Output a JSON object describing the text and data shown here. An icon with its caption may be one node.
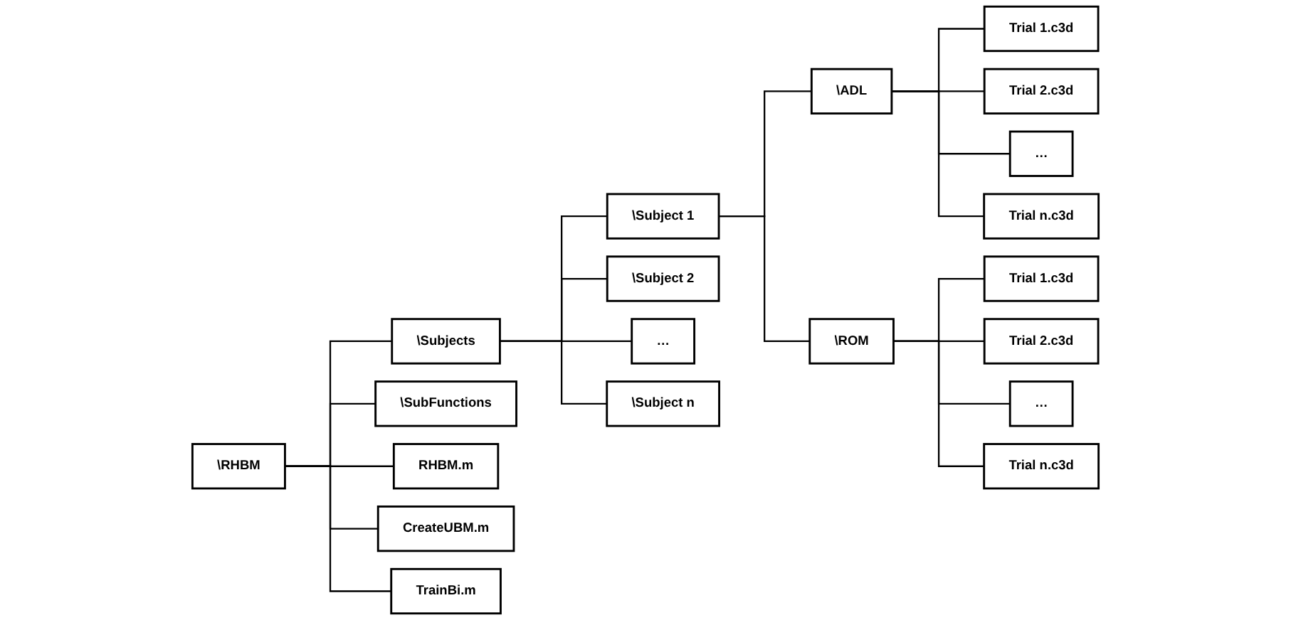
{
  "diagram": {
    "nodes": [
      {
        "text": [
          "\\RHBM"
        ]
      },
      {
        "text": [
          "\\Subjects"
        ]
      },
      {
        "text": [
          "\\SubFunctions"
        ]
      },
      {
        "text": [
          "RHBM.m"
        ]
      },
      {
        "text": [
          "CreateUBM.m"
        ]
      },
      {
        "text": [
          "TrainBi.m"
        ]
      },
      {
        "text": [
          "\\Subject 1"
        ]
      },
      {
        "text": [
          "\\Subject 2"
        ]
      },
      {
        "text": [
          "…"
        ]
      },
      {
        "text": [
          "\\Subject n"
        ]
      },
      {
        "text": [
          "\\ADL"
        ]
      },
      {
        "text": [
          "Trial 1.c3d"
        ]
      },
      {
        "text": [
          "Trial 2.c3d"
        ]
      },
      {
        "text": [
          "…"
        ]
      },
      {
        "text": [
          "Trial n.c3d"
        ]
      },
      {
        "text": [
          "\\ROM"
        ]
      },
      {
        "text": [
          "Trial 1.c3d"
        ]
      },
      {
        "text": [
          "Trial 2.c3d"
        ]
      },
      {
        "text": [
          "…"
        ]
      },
      {
        "text": [
          "Trial n.c3d"
        ]
      }
    ],
    "edges": [
      {
        "from": 0,
        "to": 1,
        "arrow": "none"
      },
      {
        "from": 0,
        "to": 2,
        "arrow": "none"
      },
      {
        "from": 0,
        "to": 3,
        "arrow": "none"
      },
      {
        "from": 0,
        "to": 4,
        "arrow": "none"
      },
      {
        "from": 0,
        "to": 5,
        "arrow": "none"
      },
      {
        "from": 1,
        "to": 6,
        "arrow": "none"
      },
      {
        "from": 1,
        "to": 7,
        "arrow": "none"
      },
      {
        "from": 1,
        "to": 8,
        "arrow": "none"
      },
      {
        "from": 1,
        "to": 9,
        "arrow": "none"
      },
      {
        "from": 6,
        "to": 10,
        "arrow": "none"
      },
      {
        "from": 6,
        "to": 15,
        "arrow": "none"
      },
      {
        "from": 10,
        "to": 11,
        "arrow": "none"
      },
      {
        "from": 10,
        "to": 12,
        "arrow": "none"
      },
      {
        "from": 10,
        "to": 13,
        "arrow": "none"
      },
      {
        "from": 10,
        "to": 14,
        "arrow": "none"
      },
      {
        "from": 15,
        "to": 16,
        "arrow": "none"
      },
      {
        "from": 15,
        "to": 17,
        "arrow": "none"
      },
      {
        "from": 15,
        "to": 18,
        "arrow": "none"
      },
      {
        "from": 15,
        "to": 19,
        "arrow": "none"
      }
    ]
  }
}
